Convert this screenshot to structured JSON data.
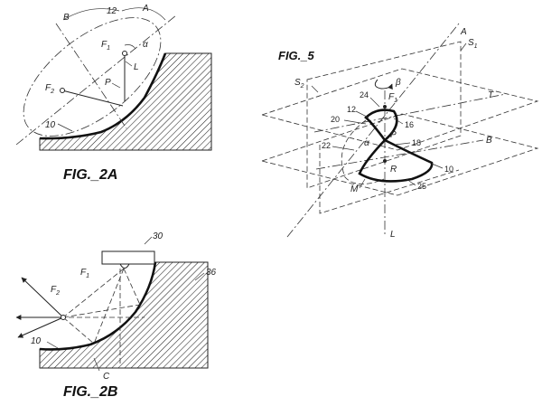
{
  "fig2a": {
    "caption": "FIG._2A",
    "labels": {
      "B": "B",
      "twelve": "12",
      "A": "A",
      "F1_base": "F",
      "F1_sub": "1",
      "alpha": "α",
      "L": "L",
      "P": "P",
      "F2_base": "F",
      "F2_sub": "2",
      "ten": "10"
    }
  },
  "fig2b": {
    "caption": "FIG._2B",
    "labels": {
      "thirty": "30",
      "thirtysix": "36",
      "F1_base": "F",
      "F1_sub": "1",
      "F2_base": "F",
      "F2_sub": "2",
      "ten": "10",
      "C": "C"
    }
  },
  "fig5": {
    "caption": "FIG._5",
    "labels": {
      "A": "A",
      "S1_base": "S",
      "S1_sub": "1",
      "S2_base": "S",
      "S2_sub": "2",
      "beta": "β",
      "T": "T",
      "twentyfour": "24",
      "F1_base": "F",
      "F1_sub": "1",
      "twelve": "12",
      "twenty": "20",
      "sixteen": "16",
      "eighteen": "18",
      "P": "P",
      "alpha": "α",
      "twentytwo": "22",
      "B": "B",
      "ten": "10",
      "R": "R",
      "M": "M",
      "twentyfive": "25",
      "L": "L"
    }
  }
}
